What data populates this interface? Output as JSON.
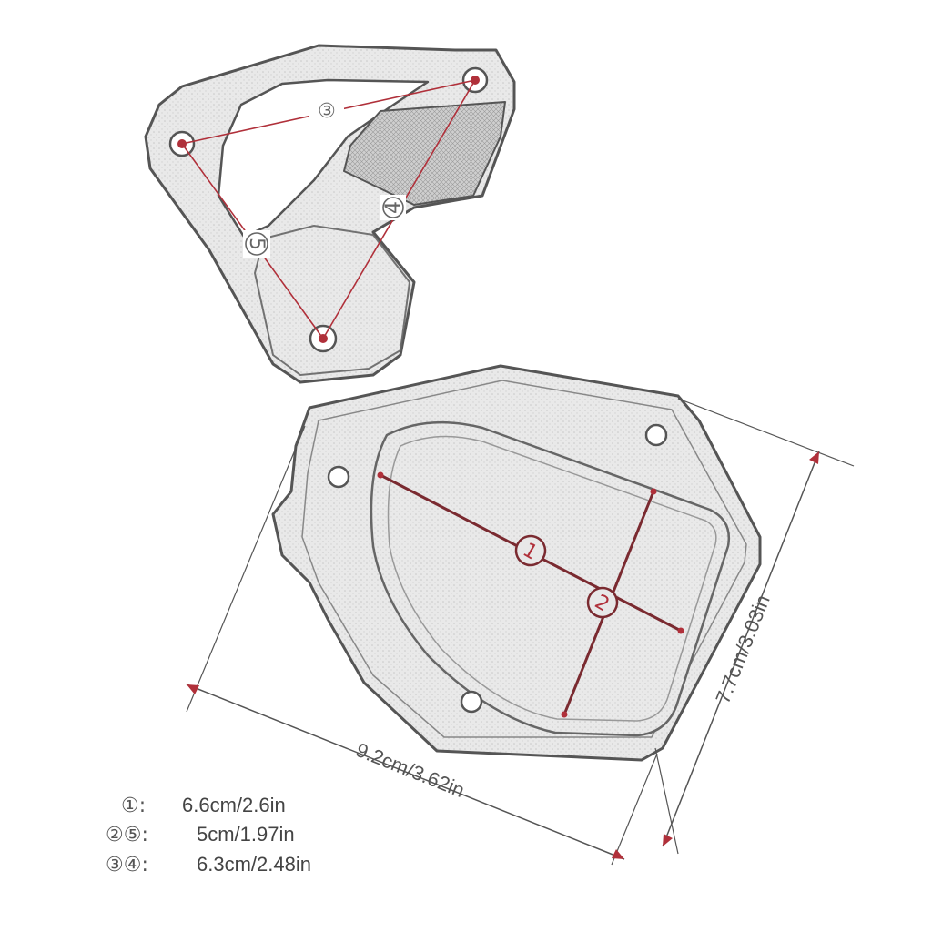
{
  "colors": {
    "accent": "#b0303a",
    "line": "#555555",
    "part_fill": "#f2f2f2",
    "pad_fill": "#dcdcdc"
  },
  "bracket": {
    "markers": {
      "three": "③",
      "four": "4",
      "five": "5"
    }
  },
  "plate": {
    "markers": {
      "one": "1",
      "two": "2"
    },
    "width_label": "9.2cm/3.62in",
    "height_label": "7.7cm/3.03in"
  },
  "legend": [
    {
      "markers": "①:",
      "value": "6.6cm/2.6in"
    },
    {
      "markers": "②⑤:",
      "value": "5cm/1.97in"
    },
    {
      "markers": "③④:",
      "value": "6.3cm/2.48in"
    }
  ]
}
